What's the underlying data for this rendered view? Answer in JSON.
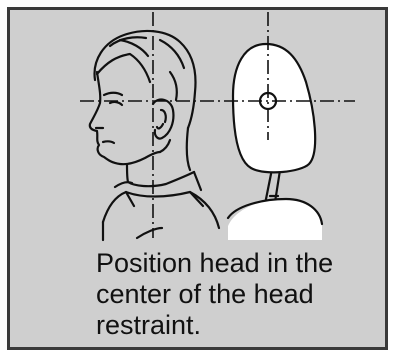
{
  "colors": {
    "panel_background": "#cfcfcf",
    "panel_border": "#3a3a3a",
    "line": "#111111",
    "restraint_fill": "#ffffff"
  },
  "caption": {
    "line1": "Position head in the",
    "line2": "center of the head",
    "line3": "restraint."
  }
}
